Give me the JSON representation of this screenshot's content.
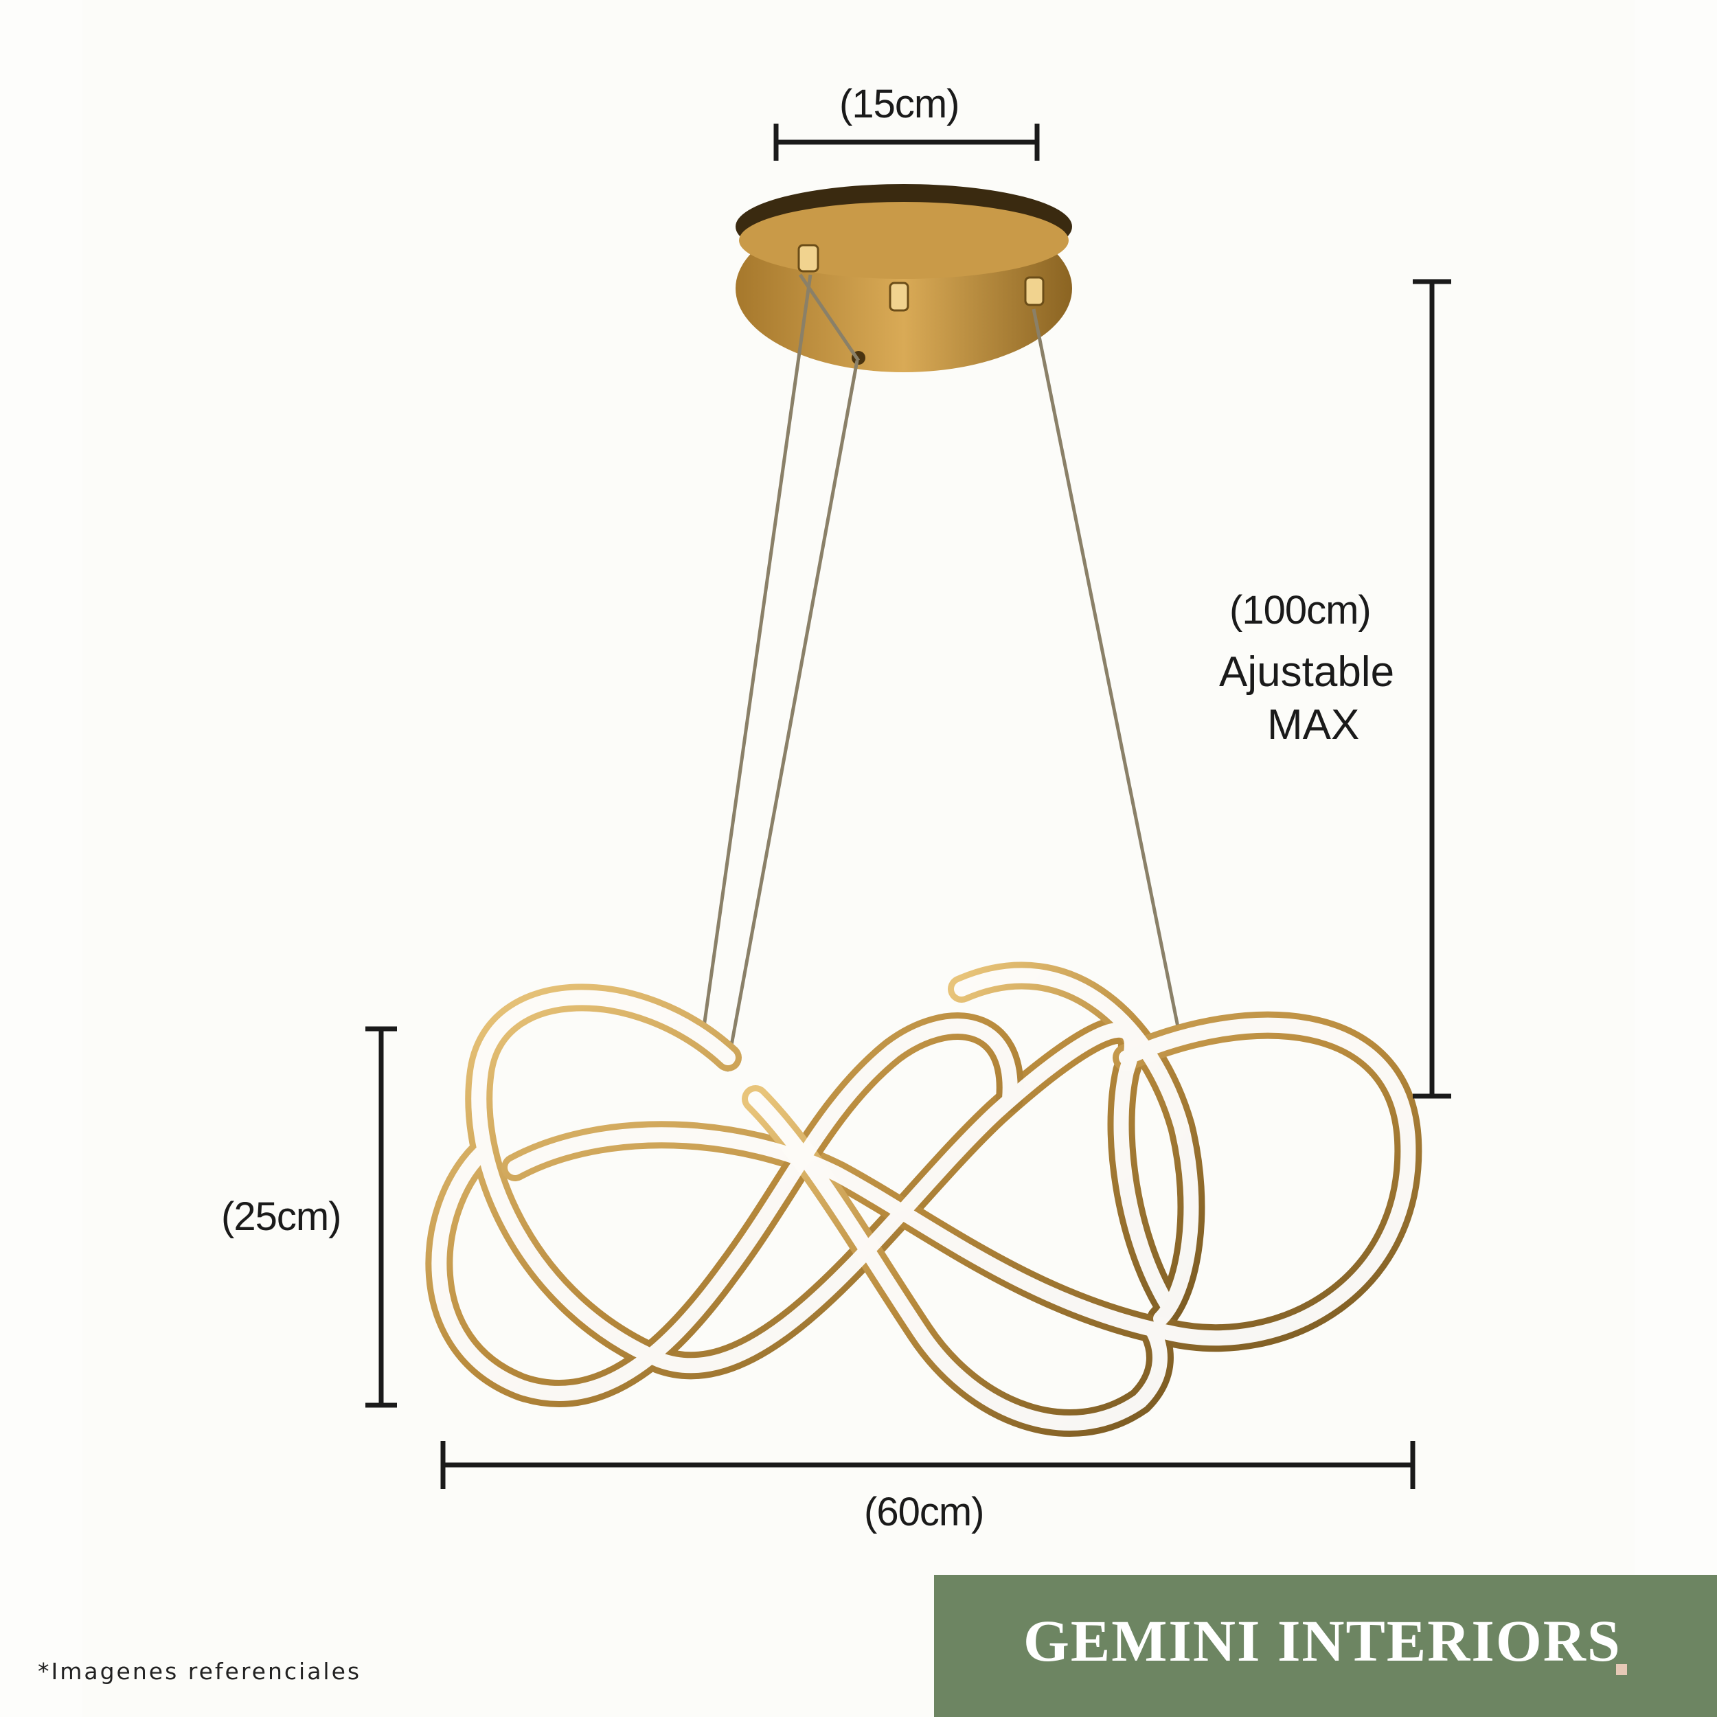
{
  "dimensions": {
    "canopy_width": "(15cm)",
    "drop_height": "(100cm)",
    "drop_note_1": "Ajustable",
    "drop_note_2": "MAX",
    "fixture_height": "(25cm)",
    "fixture_width": "(60cm)"
  },
  "footer": {
    "disclaimer": "*Imagenes referenciales",
    "brand": "GEMINI INTERIORS"
  },
  "colors": {
    "brand_panel": "#6d8562",
    "brand_dot": "#e6c9b6",
    "gold": "#b8934a",
    "dimension_line": "#1a1a1a"
  },
  "icons": {
    "product": "ceiling-pendant-lamp-icon"
  }
}
